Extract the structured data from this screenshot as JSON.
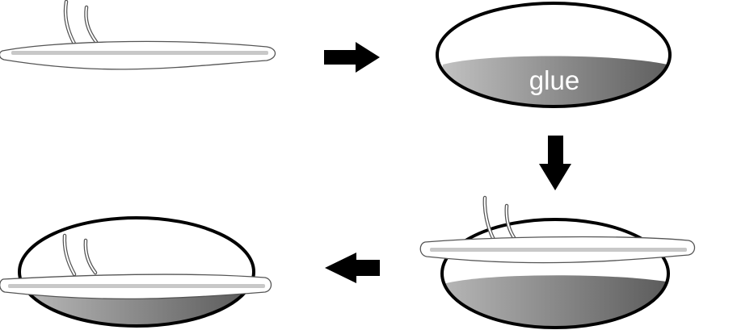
{
  "diagram": {
    "glue_label": "glue",
    "colors": {
      "outline": "#000000",
      "glue_dark": "#6e6e6e",
      "glue_light": "#bdbdbd",
      "strip_fill": "#ffffff",
      "strip_stroke": "#555555",
      "strip_core": "#c8c8c8",
      "arrow": "#000000"
    },
    "steps": [
      "strip-with-wires",
      "container-with-glue",
      "strip-placed-on-container",
      "strip-glued-in-container"
    ],
    "arrows": [
      "right",
      "down",
      "left"
    ]
  }
}
